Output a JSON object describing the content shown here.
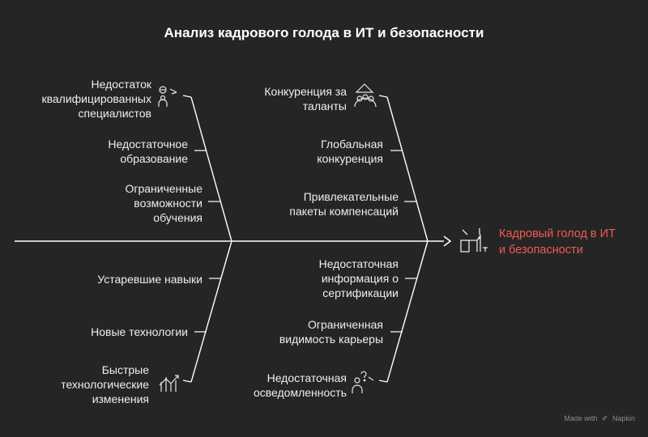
{
  "title": "Анализ кадрового голода в ИТ и безопасности",
  "effect": {
    "label": "Кадровый голод в ИТ\nи безопасности",
    "icon": "desk-exclamation-icon",
    "color": "#f05a55"
  },
  "causes": {
    "top_left": [
      {
        "label": "Недостаток\nквалифицированных\nспециалистов",
        "icon": "person-search-icon"
      },
      {
        "label": "Недостаточное\nобразование"
      },
      {
        "label": "Ограниченные\nвозможности\nобучения"
      }
    ],
    "top_right": [
      {
        "label": "Конкуренция за\nталанты",
        "icon": "team-trophy-icon"
      },
      {
        "label": "Глобальная\nконкуренция"
      },
      {
        "label": "Привлекательные\nпакеты компенсаций"
      }
    ],
    "bottom_left": [
      {
        "label": "Устаревшие навыки"
      },
      {
        "label": "Новые технологии"
      },
      {
        "label": "Быстрые\nтехнологические\nизменения",
        "icon": "chart-growth-icon"
      }
    ],
    "bottom_right": [
      {
        "label": "Недостаточная\nинформация о\nсертификации"
      },
      {
        "label": "Ограниченная\nвидимость карьеры"
      },
      {
        "label": "Недостаточная\nосведомленность",
        "icon": "person-question-icon"
      }
    ]
  },
  "footer": {
    "made_with": "Made with",
    "brand": "Napkin"
  }
}
